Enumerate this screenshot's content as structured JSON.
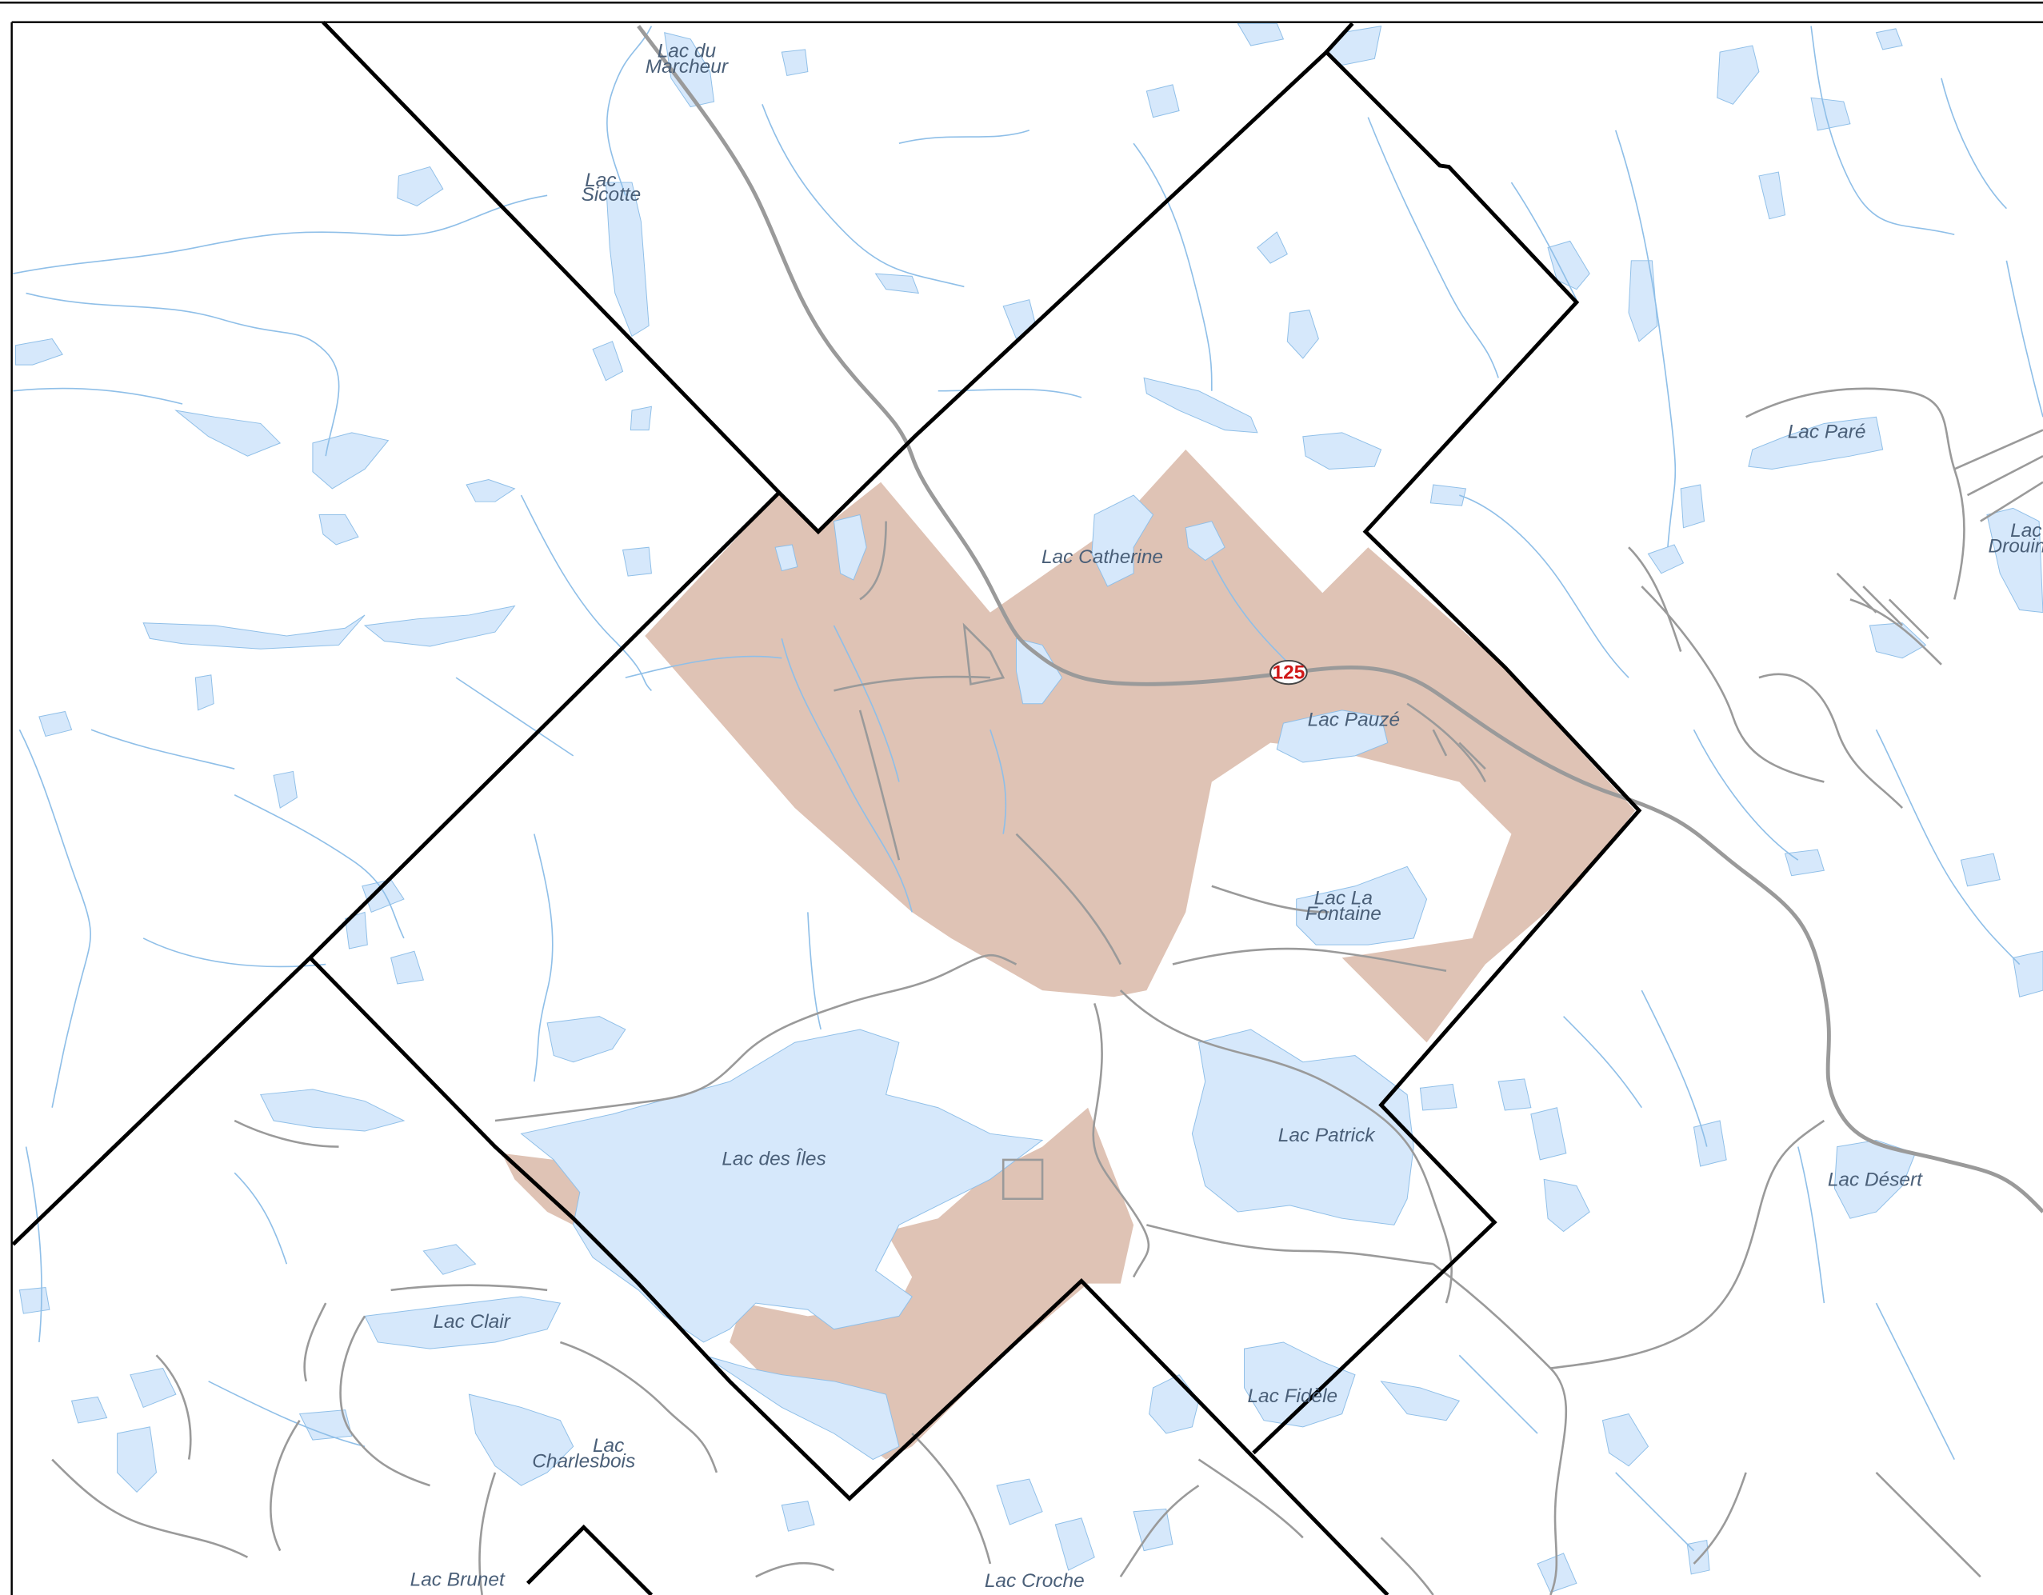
{
  "map": {
    "colors": {
      "background": "#ffffff",
      "water": "#d6e8fb",
      "stream": "#8fbfe8",
      "road": "#9a9a9a",
      "boundary": "#000000",
      "highlight_zone": "#dfc3b5",
      "label": "#4a5f78",
      "shield_text": "#d01818"
    },
    "labels": {
      "lac_du_marcheur_1": "Lac du",
      "lac_du_marcheur_2": "Marcheur",
      "lac_sicotte_1": "Lac",
      "lac_sicotte_2": "Sicotte",
      "lac_catherine": "Lac Catherine",
      "lac_pauze": "Lac Pauzé",
      "lac_pare": "Lac Paré",
      "lac_drouin_1": "Lac",
      "lac_drouin_2": "Drouin",
      "lac_la_fontaine_1": "Lac La",
      "lac_la_fontaine_2": "Fontaine",
      "lac_des_iles": "Lac des Îles",
      "lac_patrick": "Lac Patrick",
      "lac_desert": "Lac Désert",
      "lac_clair": "Lac Clair",
      "lac_charlesbois_1": "Lac",
      "lac_charlesbois_2": "Charlesbois",
      "lac_fidele": "Lac Fidèle",
      "lac_brunet": "Lac Brunet",
      "lac_croche": "Lac Croche"
    },
    "route_shield": "125"
  }
}
